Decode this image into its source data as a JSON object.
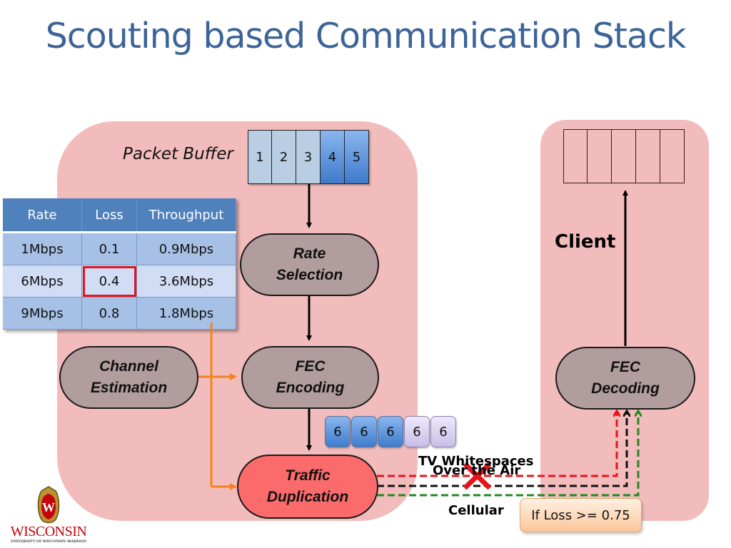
{
  "title": "Scouting based Communication Stack",
  "server": {
    "packet_buffer_label": "Packet Buffer",
    "packets": [
      {
        "label": "1",
        "state": "sent"
      },
      {
        "label": "2",
        "state": "sent"
      },
      {
        "label": "3",
        "state": "sent"
      },
      {
        "label": "4",
        "state": "pending"
      },
      {
        "label": "5",
        "state": "pending"
      }
    ],
    "rate_table": {
      "headers": [
        "Rate",
        "Loss",
        "Throughput"
      ],
      "rows": [
        [
          "1Mbps",
          "0.1",
          "0.9Mbps"
        ],
        [
          "6Mbps",
          "0.4",
          "3.6Mbps"
        ],
        [
          "9Mbps",
          "0.8",
          "1.8Mbps"
        ]
      ],
      "highlighted_cell": {
        "row": 1,
        "col": 1
      }
    },
    "nodes": {
      "rate_selection": [
        "Rate",
        "Selection"
      ],
      "fec_encoding": [
        "FEC",
        "Encoding"
      ],
      "channel_estimation": [
        "Channel",
        "Estimation"
      ],
      "traffic_duplication": [
        "Traffic",
        "Duplication"
      ]
    },
    "encoded_chunks": [
      {
        "label": "6",
        "kind": "data"
      },
      {
        "label": "6",
        "kind": "data"
      },
      {
        "label": "6",
        "kind": "data"
      },
      {
        "label": "6",
        "kind": "parity"
      },
      {
        "label": "6",
        "kind": "parity"
      }
    ]
  },
  "links": {
    "tv_whitespaces": "TV Whitespaces",
    "over_the_air": "Over the Air",
    "cellular": "Cellular",
    "condition": "If Loss >= 0.75",
    "colors": {
      "tvws": "#e8141c",
      "air": "#111111",
      "cellular": "#1f8a1f",
      "control": "#f0831e",
      "cross": "#e8141c"
    }
  },
  "client": {
    "label": "Client",
    "fec_decoding": [
      "FEC",
      "Decoding"
    ],
    "buffer_slots": 5
  },
  "logo": {
    "word": "WISCONSIN",
    "sub": "UNIVERSITY OF WISCONSIN–MADISON",
    "crest_letter": "W"
  }
}
